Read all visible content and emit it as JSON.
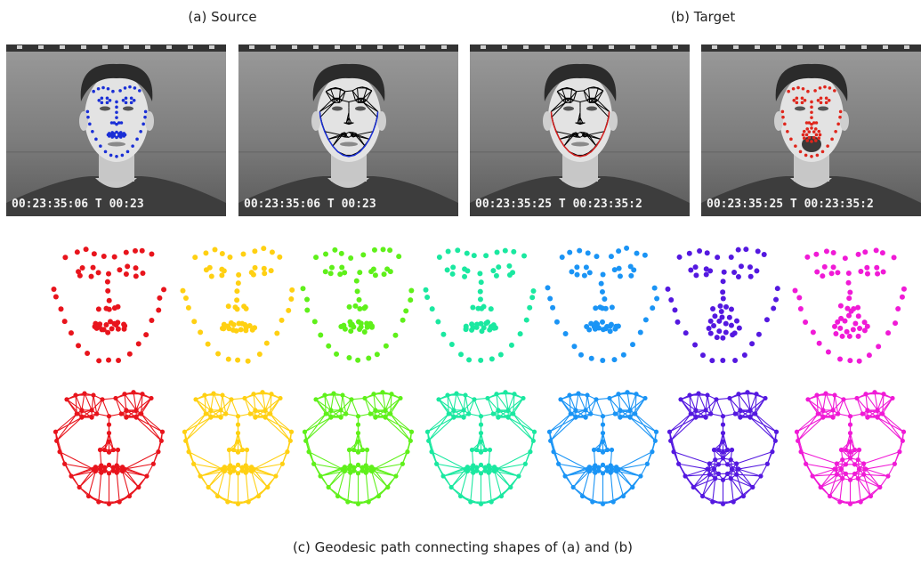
{
  "captions": {
    "source": "(a) Source",
    "target": "(b) Target",
    "geodesic": "(c) Geodesic path connecting shapes of (a) and (b)"
  },
  "photos": [
    {
      "label": "source-landmarks",
      "overlay": "dots",
      "color": "#1a2fd6",
      "expression": "neutral"
    },
    {
      "label": "source-mesh",
      "overlay": "mesh",
      "color": "#1a2fd6",
      "expression": "neutral"
    },
    {
      "label": "target-mesh",
      "overlay": "mesh",
      "color": "#d42020",
      "expression": "neutral"
    },
    {
      "label": "target-landmarks",
      "overlay": "dots",
      "color": "#e0261c",
      "expression": "surprise"
    }
  ],
  "timestamp_overlays": [
    "00:23:35:06 T 00:23",
    "00:23:35:06 T 00:23",
    "00:23:35:25 T 00:23:35:2",
    "00:23:35:25 T 00:23:35:2"
  ],
  "path_colors": [
    "#e8141c",
    "#ffd012",
    "#5ff01a",
    "#1ae8a0",
    "#1a94f5",
    "#5418e0",
    "#f01ad6"
  ]
}
